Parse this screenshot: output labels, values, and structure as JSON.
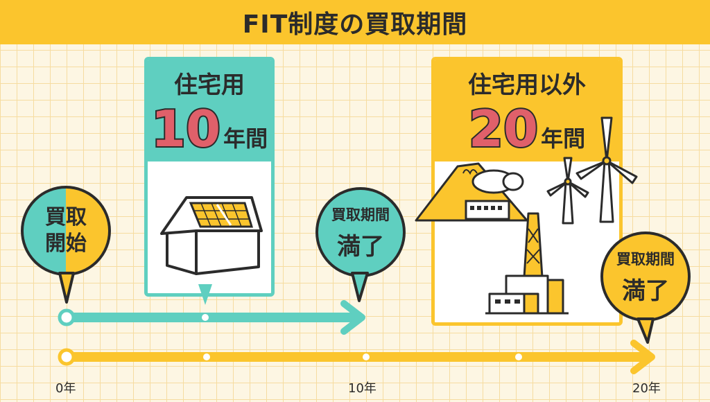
{
  "header": {
    "title": "FIT制度の買取期間"
  },
  "residential": {
    "label": "住宅用",
    "number": "10",
    "unit": "年間"
  },
  "non_residential": {
    "label": "住宅用以外",
    "number": "20",
    "unit": "年間"
  },
  "bubbles": {
    "start": {
      "line1": "買取",
      "line2": "開始"
    },
    "end10": {
      "small": "買取期間",
      "big": "満了"
    },
    "end20": {
      "small": "買取期間",
      "big": "満了"
    }
  },
  "timeline": {
    "ticks": [
      "0年",
      "10年",
      "20年"
    ]
  },
  "colors": {
    "teal": "#5fcfc0",
    "yellow": "#fbc52d",
    "red": "#e0606a",
    "dark": "#2b2b2b"
  }
}
